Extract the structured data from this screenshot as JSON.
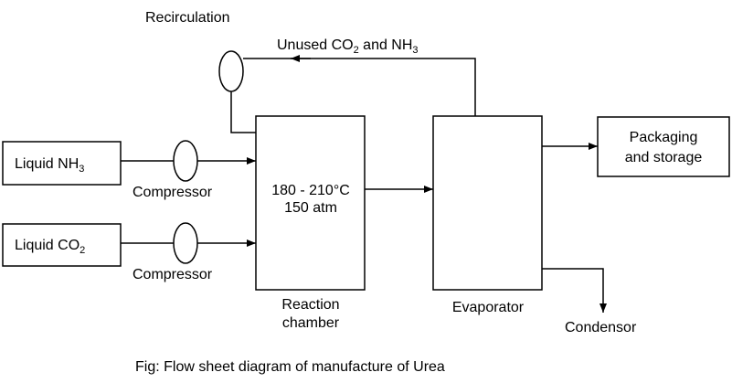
{
  "labels": {
    "recirculation": "Recirculation",
    "unused_prefix": "Unused CO",
    "unused_sub1": "2",
    "unused_mid": " and NH",
    "unused_sub2": "3",
    "liquid_nh3": "Liquid NH",
    "liquid_nh3_sub": "3",
    "liquid_co2": "Liquid CO",
    "liquid_co2_sub": "2",
    "compressor_1": "Compressor",
    "compressor_2": "Compressor",
    "temperature": "180 - 210°C",
    "pressure": "150 atm",
    "reaction_chamber_1": "Reaction",
    "reaction_chamber_2": "chamber",
    "evaporator": "Evaporator",
    "packaging_1": "Packaging",
    "packaging_2": "and storage",
    "condensor": "Condensor"
  },
  "caption": "Fig: Flow sheet diagram of manufacture of Urea"
}
